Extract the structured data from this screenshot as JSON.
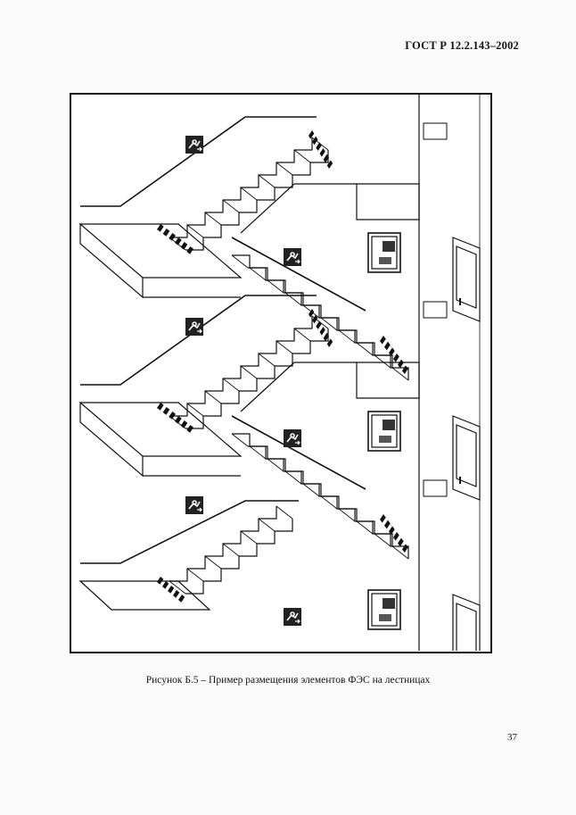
{
  "document": {
    "standard_code": "ГОСТ Р 12.2.143–2002",
    "figure_caption": "Рисунок Б.5 – Пример размещения элементов ФЭС на лестницах",
    "page_number": "37"
  },
  "figure": {
    "floors": 3,
    "elements": [
      "exit-sign-icon",
      "fire-hose-cabinet-icon",
      "directional-sign-icon",
      "door-icon",
      "stair-marking-stripes"
    ]
  }
}
